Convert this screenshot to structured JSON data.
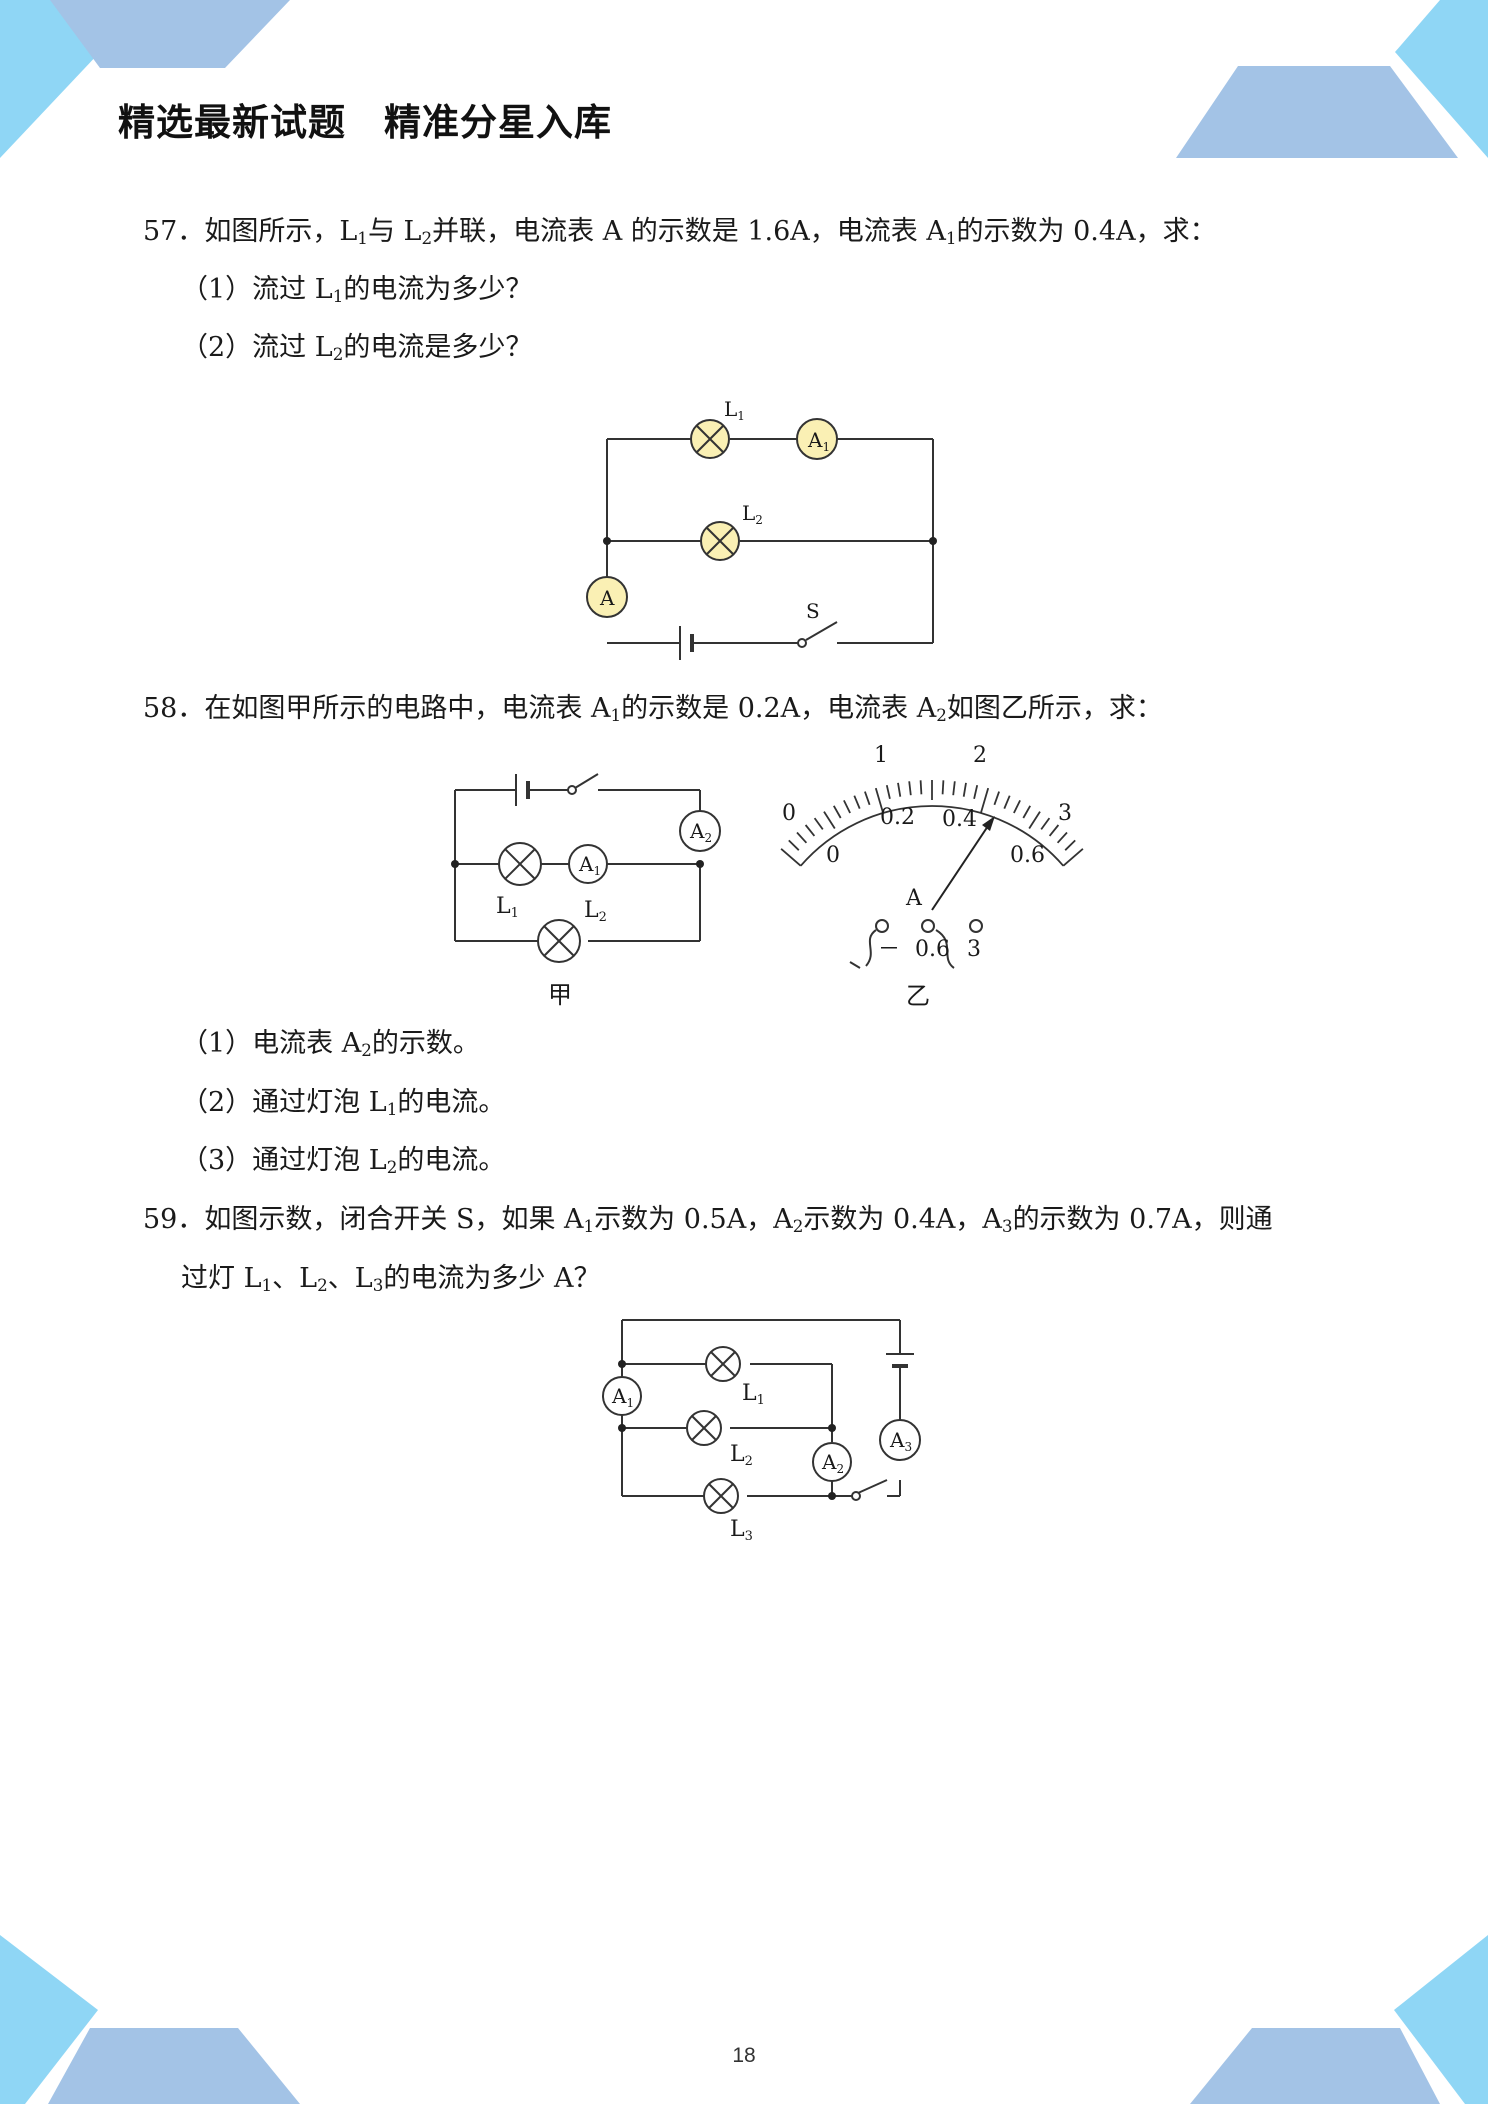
{
  "header": {
    "title": "精选最新试题　精准分星入库"
  },
  "theme": {
    "shape_light": "#8fd6f5",
    "shape_dark": "#a3c3e6"
  },
  "q57": {
    "number": "57．",
    "text_1": "如图所示，L",
    "text_2": "与 L",
    "text_3": "并联，电流表 A 的示数是 1.6A，电流表 A",
    "text_4": "的示数为 0.4A，求：",
    "sub_1": "1",
    "sub_2": "2",
    "sub_3": "1",
    "p1_a": "（1）流过 L",
    "p1_sub": "1",
    "p1_b": "的电流为多少？",
    "p2_a": "（2）流过 L",
    "p2_sub": "2",
    "p2_b": "的电流是多少？",
    "fig": {
      "L1": "L",
      "L1_sub": "1",
      "L2": "L",
      "L2_sub": "2",
      "A": "A",
      "A1": "A",
      "A1_sub": "1",
      "S": "S"
    }
  },
  "q58": {
    "number": "58．",
    "text_1": "在如图甲所示的电路中，电流表 A",
    "text_2": "的示数是 0.2A，电流表 A",
    "text_3": "如图乙所示，求：",
    "sub_1": "1",
    "sub_2": "2",
    "fig_jia": {
      "caption": "甲",
      "L1": "L",
      "L1_sub": "1",
      "L2": "L",
      "L2_sub": "2",
      "A1": "A",
      "A1_sub": "1",
      "A2": "A",
      "A2_sub": "2"
    },
    "fig_yi": {
      "caption": "乙",
      "outer_labels": [
        "0",
        "1",
        "2",
        "3"
      ],
      "inner_labels": [
        "0",
        "0.2",
        "0.4",
        "0.6"
      ],
      "meter_label": "A",
      "terminals": [
        "－",
        "0.6",
        "3"
      ]
    },
    "p1_a": "（1）电流表 A",
    "p1_sub": "2",
    "p1_b": "的示数。",
    "p2_a": "（2）通过灯泡 L",
    "p2_sub": "1",
    "p2_b": "的电流。",
    "p3_a": "（3）通过灯泡 L",
    "p3_sub": "2",
    "p3_b": "的电流。"
  },
  "q59": {
    "number": "59．",
    "text_1": "如图示数，闭合开关 S，如果 A",
    "text_2": "示数为 0.5A，A",
    "text_3": "示数为 0.4A，A",
    "text_4": "的示数为 0.7A，则通",
    "sub_1": "1",
    "sub_2": "2",
    "sub_3": "3",
    "line2_a": "过灯 L",
    "line2_sub1": "1",
    "line2_b": "、L",
    "line2_sub2": "2",
    "line2_c": "、L",
    "line2_sub3": "3",
    "line2_d": "的电流为多少 A？",
    "fig": {
      "A1": "A",
      "A1_sub": "1",
      "A2": "A",
      "A2_sub": "2",
      "A3": "A",
      "A3_sub": "3",
      "L1": "L",
      "L1_sub": "1",
      "L2": "L",
      "L2_sub": "2",
      "L3": "L",
      "L3_sub": "3"
    }
  },
  "footer": {
    "page_number": "18"
  }
}
